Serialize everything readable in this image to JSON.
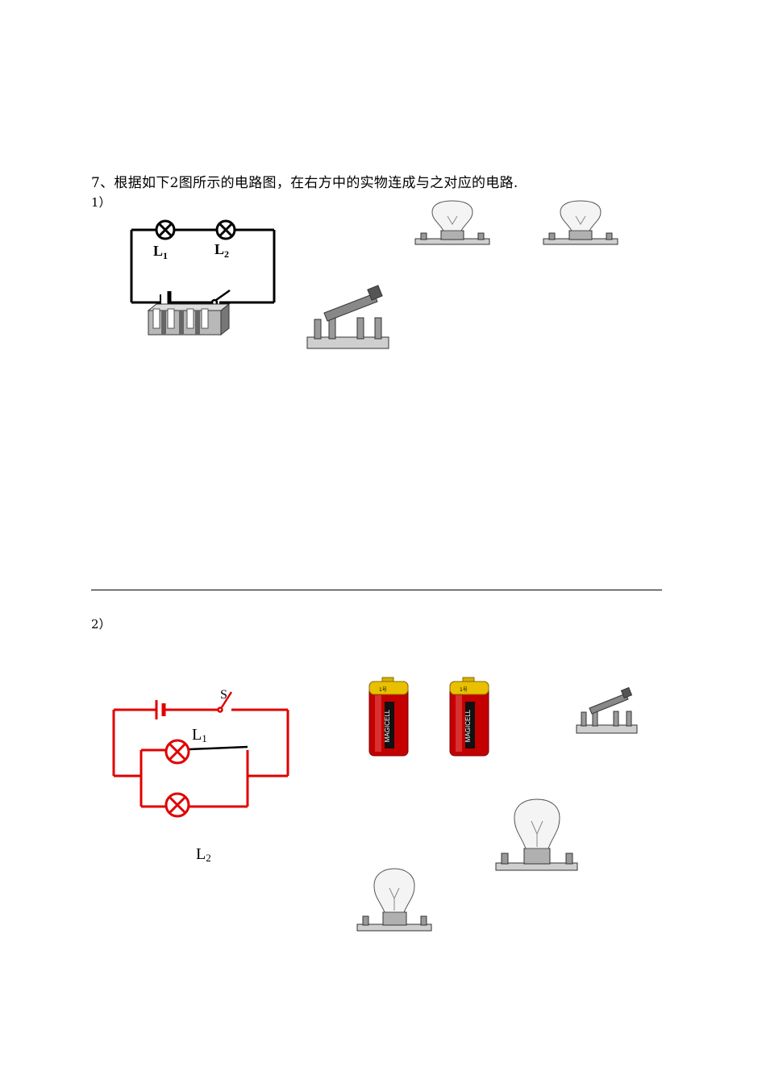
{
  "question": {
    "text": "7、根据如下2图所示的电路图，在右方中的实物连成与之对应的电路."
  },
  "part1": {
    "label": "1）",
    "diagram_labels": {
      "lamp1": "L",
      "lamp1_sub": "1",
      "lamp2": "L",
      "lamp2_sub": "2"
    }
  },
  "part2": {
    "label": "2）",
    "diagram_labels": {
      "switch": "S",
      "lamp1": "L",
      "lamp1_sub": "1",
      "lamp2": "L",
      "lamp2_sub": "2"
    },
    "battery_brand": "MAGICELL",
    "battery_badge": "1号",
    "circuit_color": "#e00000"
  }
}
